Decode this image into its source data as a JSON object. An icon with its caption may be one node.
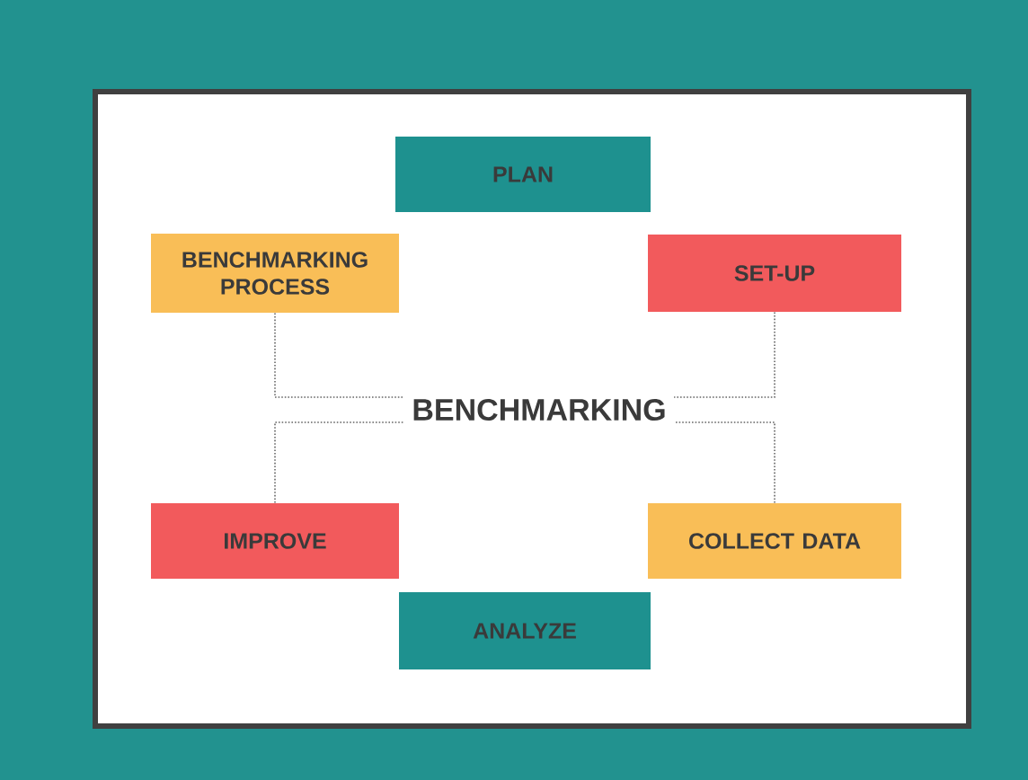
{
  "diagram": {
    "nodes": [
      {
        "text": [
          "PLAN"
        ]
      },
      {
        "text": [
          "BENCHMARKING PROCESS"
        ]
      },
      {
        "text": [
          "SET-UP"
        ]
      },
      {
        "text": [
          "BENCHMARKING"
        ]
      },
      {
        "text": [
          "IMPROVE"
        ]
      },
      {
        "text": [
          "COLLECT DATA"
        ]
      },
      {
        "text": [
          "ANALYZE"
        ]
      }
    ],
    "edges": [
      {
        "from": 1,
        "to": 3,
        "arrow": "none",
        "style": "dashed"
      },
      {
        "from": 2,
        "to": 3,
        "arrow": "none",
        "style": "dashed"
      },
      {
        "from": 4,
        "to": 3,
        "arrow": "none",
        "style": "dashed"
      },
      {
        "from": 5,
        "to": 3,
        "arrow": "none",
        "style": "dashed"
      }
    ]
  }
}
